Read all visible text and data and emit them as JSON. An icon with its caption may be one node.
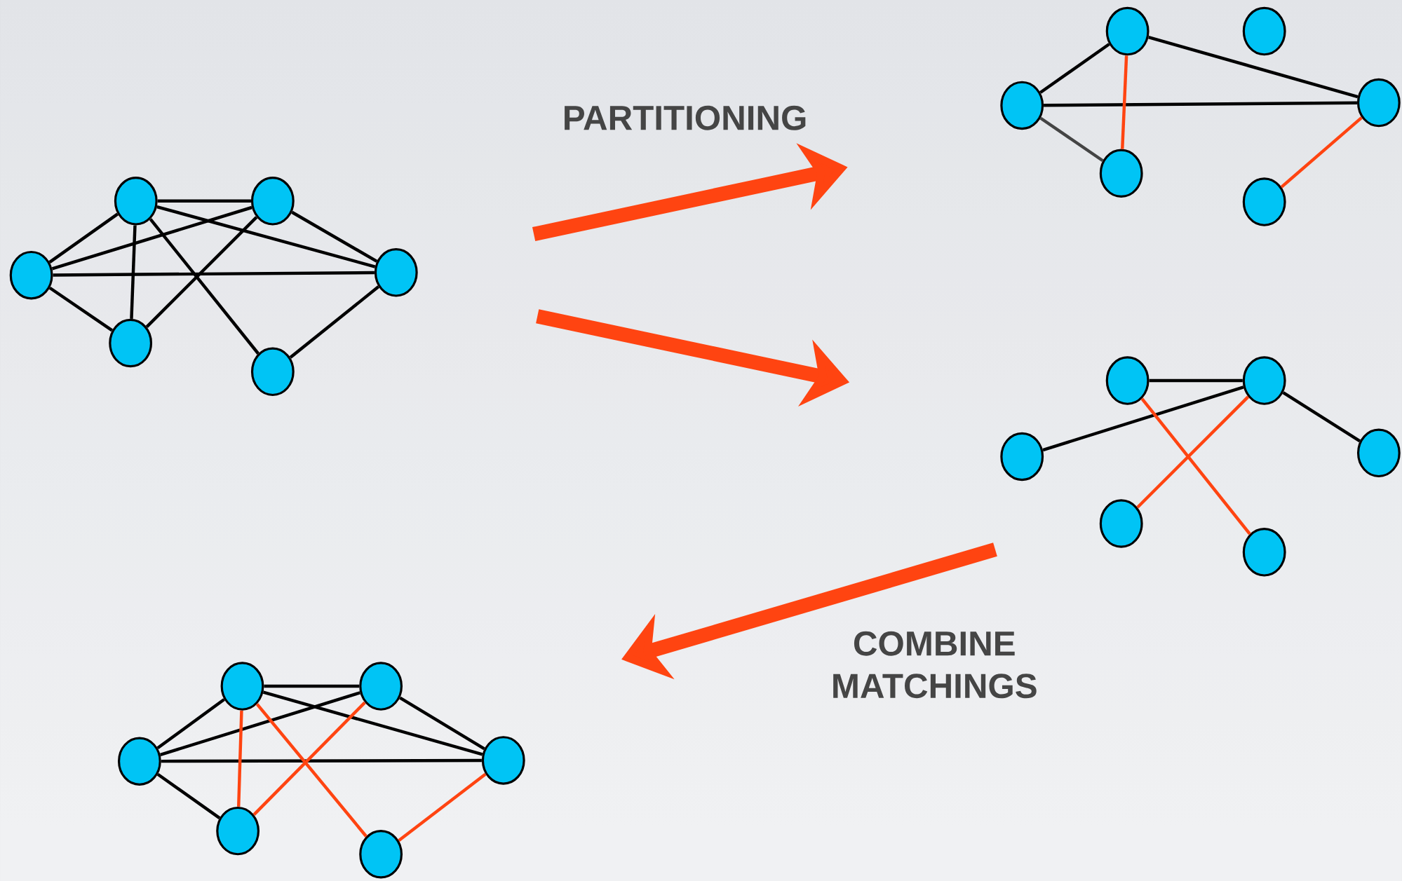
{
  "diagram": {
    "nodes": [
      {
        "text": [],
        "shape": "circle"
      },
      {
        "text": [],
        "shape": "circle"
      },
      {
        "text": [],
        "shape": "circle"
      },
      {
        "text": [],
        "shape": "circle"
      },
      {
        "text": [],
        "shape": "circle"
      },
      {
        "text": [],
        "shape": "circle"
      },
      {
        "text": [],
        "shape": "circle"
      },
      {
        "text": [],
        "shape": "circle"
      },
      {
        "text": [],
        "shape": "circle"
      },
      {
        "text": [],
        "shape": "circle"
      },
      {
        "text": [],
        "shape": "circle"
      },
      {
        "text": [],
        "shape": "circle"
      },
      {
        "text": [],
        "shape": "circle"
      },
      {
        "text": [],
        "shape": "circle"
      },
      {
        "text": [],
        "shape": "circle"
      },
      {
        "text": [],
        "shape": "circle"
      },
      {
        "text": [],
        "shape": "circle"
      },
      {
        "text": [],
        "shape": "circle"
      },
      {
        "text": [],
        "shape": "circle"
      },
      {
        "text": [],
        "shape": "circle"
      },
      {
        "text": [],
        "shape": "circle"
      },
      {
        "text": [],
        "shape": "circle"
      },
      {
        "text": [],
        "shape": "circle"
      },
      {
        "text": [],
        "shape": "circle"
      }
    ],
    "edges": [
      {
        "from": 0,
        "to": 1,
        "arrow": "none"
      },
      {
        "from": 0,
        "to": 2,
        "arrow": "none"
      },
      {
        "from": 0,
        "to": 3,
        "arrow": "none"
      },
      {
        "from": 0,
        "to": 4,
        "arrow": "none"
      },
      {
        "from": 1,
        "to": 2,
        "arrow": "none"
      },
      {
        "from": 1,
        "to": 3,
        "arrow": "none"
      },
      {
        "from": 1,
        "to": 4,
        "arrow": "none"
      },
      {
        "from": 1,
        "to": 5,
        "arrow": "none"
      },
      {
        "from": 2,
        "to": 3,
        "arrow": "none"
      },
      {
        "from": 2,
        "to": 4,
        "arrow": "none"
      },
      {
        "from": 3,
        "to": 5,
        "arrow": "none"
      },
      {
        "from": 8,
        "to": 6,
        "arrow": "none"
      },
      {
        "from": 6,
        "to": 9,
        "arrow": "none"
      },
      {
        "from": 8,
        "to": 9,
        "arrow": "none"
      },
      {
        "from": 8,
        "to": 10,
        "arrow": "none",
        "color": "#444444"
      },
      {
        "from": 6,
        "to": 10,
        "arrow": "none",
        "color": "#ff4411"
      },
      {
        "from": 9,
        "to": 11,
        "arrow": "none",
        "color": "#ff4411"
      },
      {
        "from": 12,
        "to": 13,
        "arrow": "none"
      },
      {
        "from": 14,
        "to": 13,
        "arrow": "none"
      },
      {
        "from": 13,
        "to": 15,
        "arrow": "none"
      },
      {
        "from": 12,
        "to": 17,
        "arrow": "none",
        "color": "#ff4411"
      },
      {
        "from": 13,
        "to": 16,
        "arrow": "none",
        "color": "#ff4411"
      },
      {
        "from": 18,
        "to": 19,
        "arrow": "none"
      },
      {
        "from": 18,
        "to": 20,
        "arrow": "none"
      },
      {
        "from": 18,
        "to": 21,
        "arrow": "none"
      },
      {
        "from": 18,
        "to": 22,
        "arrow": "none"
      },
      {
        "from": 19,
        "to": 20,
        "arrow": "none"
      },
      {
        "from": 19,
        "to": 21,
        "arrow": "none"
      },
      {
        "from": 20,
        "to": 21,
        "arrow": "none"
      },
      {
        "from": 19,
        "to": 22,
        "arrow": "none",
        "color": "#ff4411"
      },
      {
        "from": 19,
        "to": 23,
        "arrow": "none",
        "color": "#ff4411"
      },
      {
        "from": 20,
        "to": 22,
        "arrow": "none",
        "color": "#ff4411"
      },
      {
        "from": 21,
        "to": 23,
        "arrow": "none",
        "color": "#ff4411"
      }
    ],
    "labels": [
      "PARTITIONING",
      "COMBINE MATCHINGS"
    ]
  }
}
